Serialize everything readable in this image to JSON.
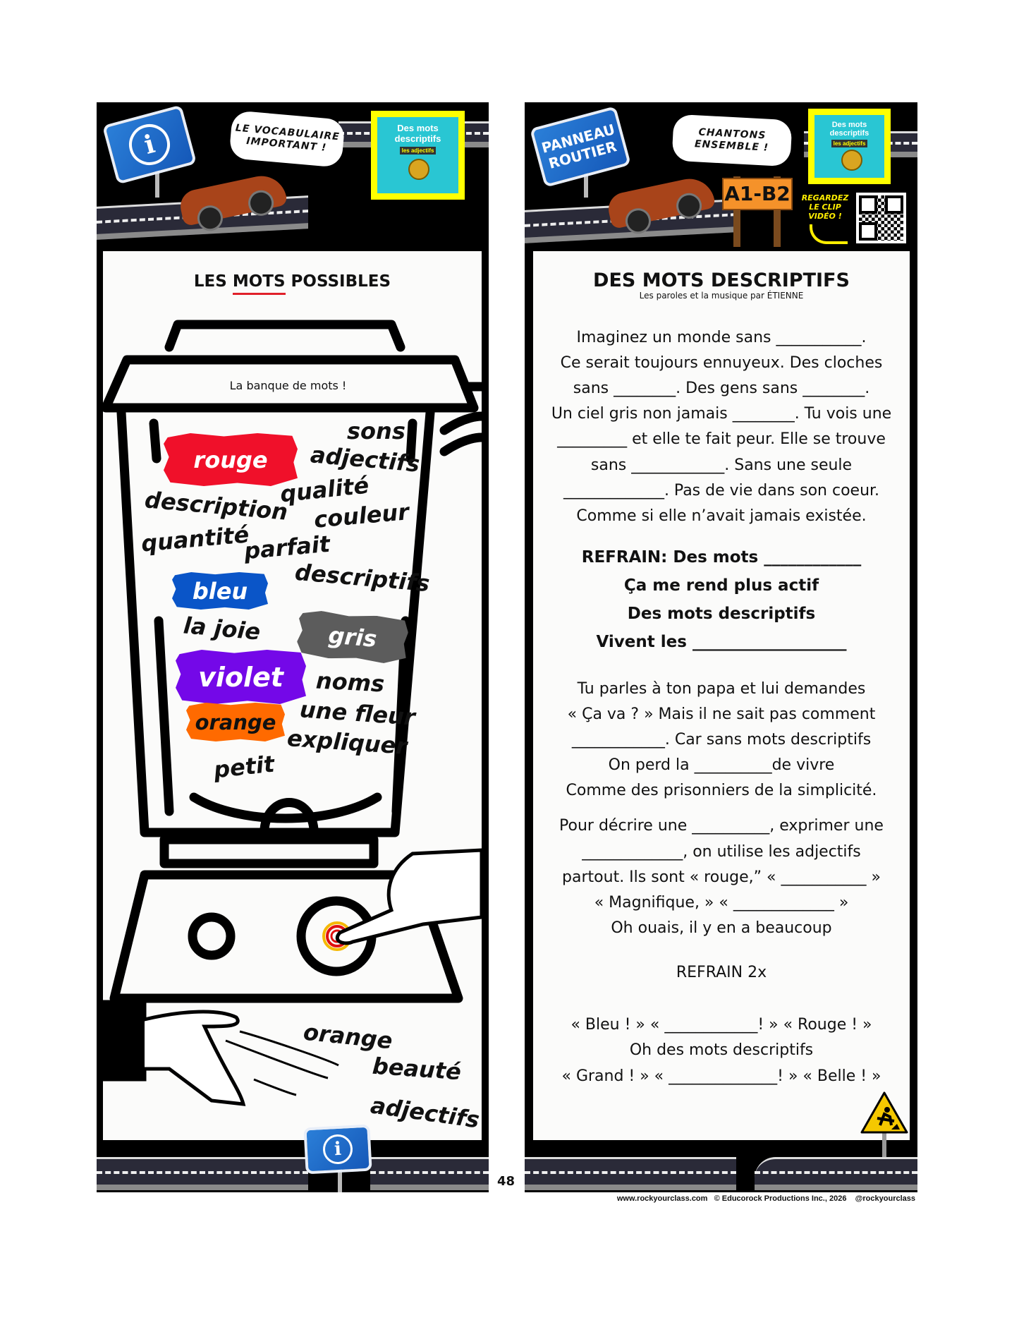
{
  "left_card": {
    "speech_bubble": "Le vocabulaire important !",
    "video_thumbnail": {
      "title": "Des mots descriptifs",
      "subtitle": "les adjectifs"
    },
    "title_prefix": "LES ",
    "title_highlight": "MOTS",
    "title_suffix": " POSSIBLES",
    "word_bank_label": "La banque de mots !",
    "words": {
      "rouge": "rouge",
      "sons": "sons",
      "adjectifs": "adjectifs",
      "description": "description",
      "qualite": "qualité",
      "couleur": "couleur",
      "quantite": "quantité",
      "parfait": "parfait",
      "bleu": "bleu",
      "descriptifs": "descriptifs",
      "la_joie": "la joie",
      "gris": "gris",
      "violet": "violet",
      "noms": "noms",
      "orange": "orange",
      "une_fleur": "une fleur",
      "expliquer": "expliquer",
      "petit": "petit",
      "orange_2": "orange",
      "beaute": "beauté",
      "adjectifs_2": "adjectifs"
    },
    "brush_colors": {
      "rouge": "#f0102a",
      "bleu": "#0a55c8",
      "gris": "#5c5c5c",
      "violet": "#7408e8",
      "orange": "#ff6a00"
    }
  },
  "right_card": {
    "road_sign": "PANNEAU ROUTIER",
    "speech_bubble": "Chantons ensemble !",
    "level_sign": "A1-B2",
    "video_cta": "Regardez le clip vidéo !",
    "video_thumbnail": {
      "title": "Des mots descriptifs",
      "subtitle": "les adjectifs"
    },
    "title": "DES MOTS DESCRIPTIFS",
    "subtitle": "Les paroles et la musique par ÉTIENNE",
    "verse1": [
      "Imaginez un monde sans ___________.",
      "Ce serait toujours ennuyeux. Des cloches",
      "sans ________. Des gens sans ________.",
      "Un ciel gris non jamais ________. Tu vois une",
      "_________ et elle te fait peur. Elle se trouve",
      "sans ____________. Sans une seule",
      "_____________. Pas de vie dans son coeur.",
      "Comme si elle n’avait jamais existée."
    ],
    "refrain": [
      "REFRAIN: Des mots ____________",
      "Ça me rend plus actif",
      "Des mots descriptifs",
      "Vivent les ___________________"
    ],
    "verse2": [
      "Tu parles à ton papa et lui demandes",
      "« Ça va ? » Mais il ne sait pas comment",
      "____________. Car sans mots descriptifs",
      "On perd la __________de vivre",
      "Comme des prisonniers de la simplicité."
    ],
    "verse3": [
      "Pour décrire une __________, exprimer une",
      "_____________, on utilise les adjectifs",
      "partout.  Ils sont « rouge,” « ___________ »",
      "« Magnifique, » « _____________ »",
      "Oh ouais, il y en a beaucoup"
    ],
    "refrain_repeat": "REFRAIN 2x",
    "outro": [
      "« Bleu ! » « ____________! » « Rouge ! »",
      "Oh des mots descriptifs",
      "« Grand ! » « ______________! » « Belle ! »"
    ]
  },
  "page_number": "48",
  "footer": {
    "website": "www.rockyourclass.com",
    "copyright": "© Educorock Productions Inc., 2026",
    "handle": "@rockyourclass"
  },
  "colors": {
    "accent_red": "#e0202a",
    "sign_blue": "#1f6fd0",
    "highlight_yellow": "#ffff00",
    "level_orange": "#f5922a"
  }
}
